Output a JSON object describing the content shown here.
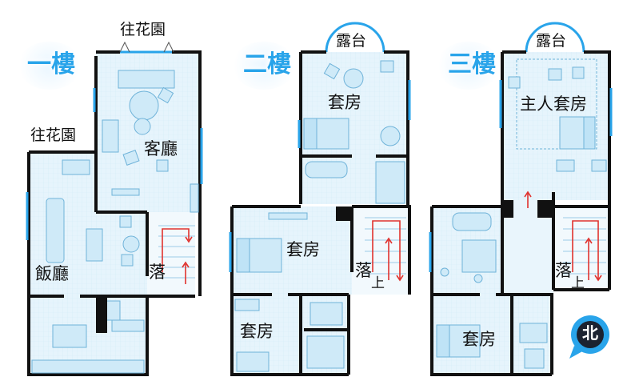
{
  "floors": [
    {
      "name": "一樓",
      "rooms": {
        "garden_top": "往花園",
        "garden_left": "往花園",
        "living": "客廳",
        "dining": "飯廳",
        "stairs_down": "落"
      }
    },
    {
      "name": "二樓",
      "rooms": {
        "terrace": "露台",
        "suite_upper": "套房",
        "suite_mid": "套房",
        "suite_lower": "套房",
        "stairs_down": "落",
        "stairs_up": "上"
      }
    },
    {
      "name": "三樓",
      "rooms": {
        "terrace": "露台",
        "master_suite": "主人套房",
        "suite_lower": "套房",
        "stairs_down": "落",
        "stairs_up": "上"
      }
    }
  ],
  "compass": {
    "label": "北"
  },
  "colors": {
    "wall": "#111111",
    "floor_fill": "#e4f3fb",
    "furniture": "#bfe3f6",
    "accent": "#29a4ea",
    "stair_arrow": "#e0322e"
  }
}
